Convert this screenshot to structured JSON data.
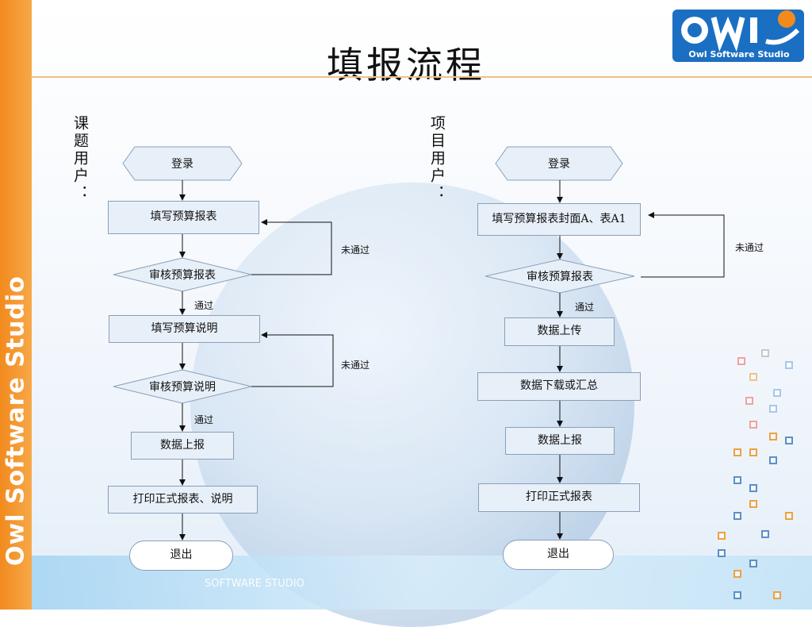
{
  "page": {
    "title": "填报流程",
    "brand_vertical": "Owl Software Studio"
  },
  "logo": {
    "text": "Owl Software Studio",
    "alt_text": "SOFTWARE STUDIO"
  },
  "left_flow": {
    "label": "课题用户：",
    "nodes": {
      "login": "登录",
      "fill_budget": "填写预算报表",
      "review_budget": "审核预算报表",
      "fill_desc": "填写预算说明",
      "review_desc": "审核预算说明",
      "report": "数据上报",
      "print": "打印正式报表、说明",
      "exit": "退出"
    },
    "edges": {
      "passed_1": "通过",
      "passed_2": "通过",
      "rejected_1": "未通过",
      "rejected_2": "未通过"
    }
  },
  "right_flow": {
    "label": "项目用户：",
    "nodes": {
      "login": "登录",
      "fill_cover": "填写预算报表封面A、表A1",
      "review_budget": "审核预算报表",
      "upload": "数据上传",
      "download": "数据下载或汇总",
      "report": "数据上报",
      "print": "打印正式报表",
      "exit": "退出"
    },
    "edges": {
      "passed": "通过",
      "rejected": "未通过"
    }
  },
  "colors": {
    "accent_orange": "#f28a1e",
    "box_fill": "#e7eff8",
    "box_border": "#8a9fb8",
    "logo_blue": "#1b6fc2"
  }
}
